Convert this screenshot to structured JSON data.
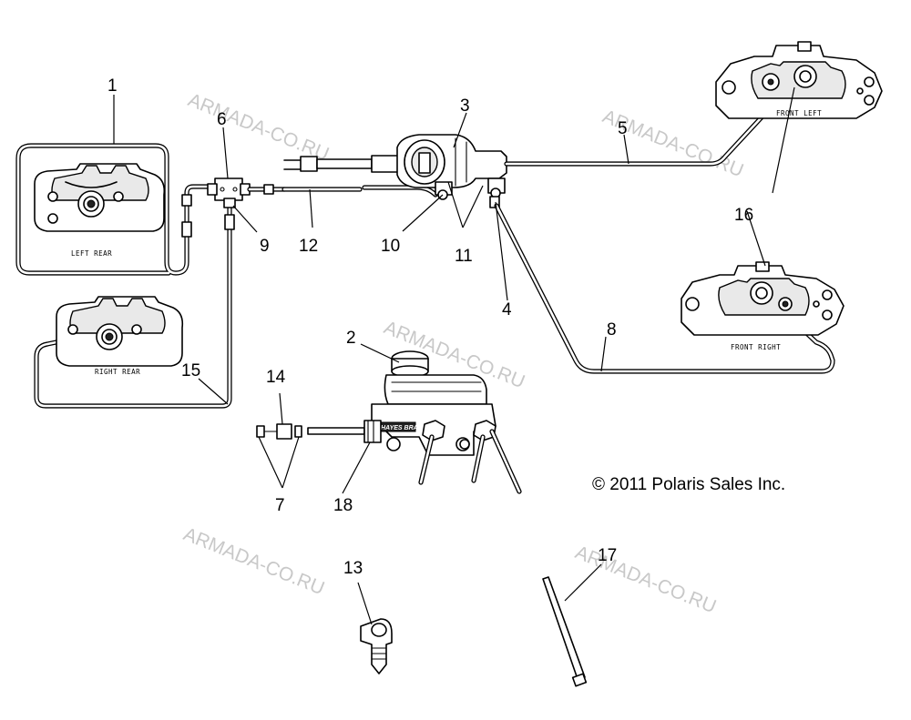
{
  "callouts": [
    "1",
    "2",
    "3",
    "4",
    "5",
    "6",
    "7",
    "8",
    "9",
    "10",
    "11",
    "12",
    "13",
    "14",
    "15",
    "16",
    "17",
    "18"
  ],
  "caliper_labels": {
    "left_rear": "LEFT REAR",
    "right_rear": "RIGHT REAR",
    "front_left": "FRONT LEFT",
    "front_right": "FRONT RIGHT"
  },
  "master_cylinder_brand": "HAYES BRAKE",
  "watermark": "ARMADA-CO.RU",
  "copyright": "© 2011 Polaris Sales Inc."
}
